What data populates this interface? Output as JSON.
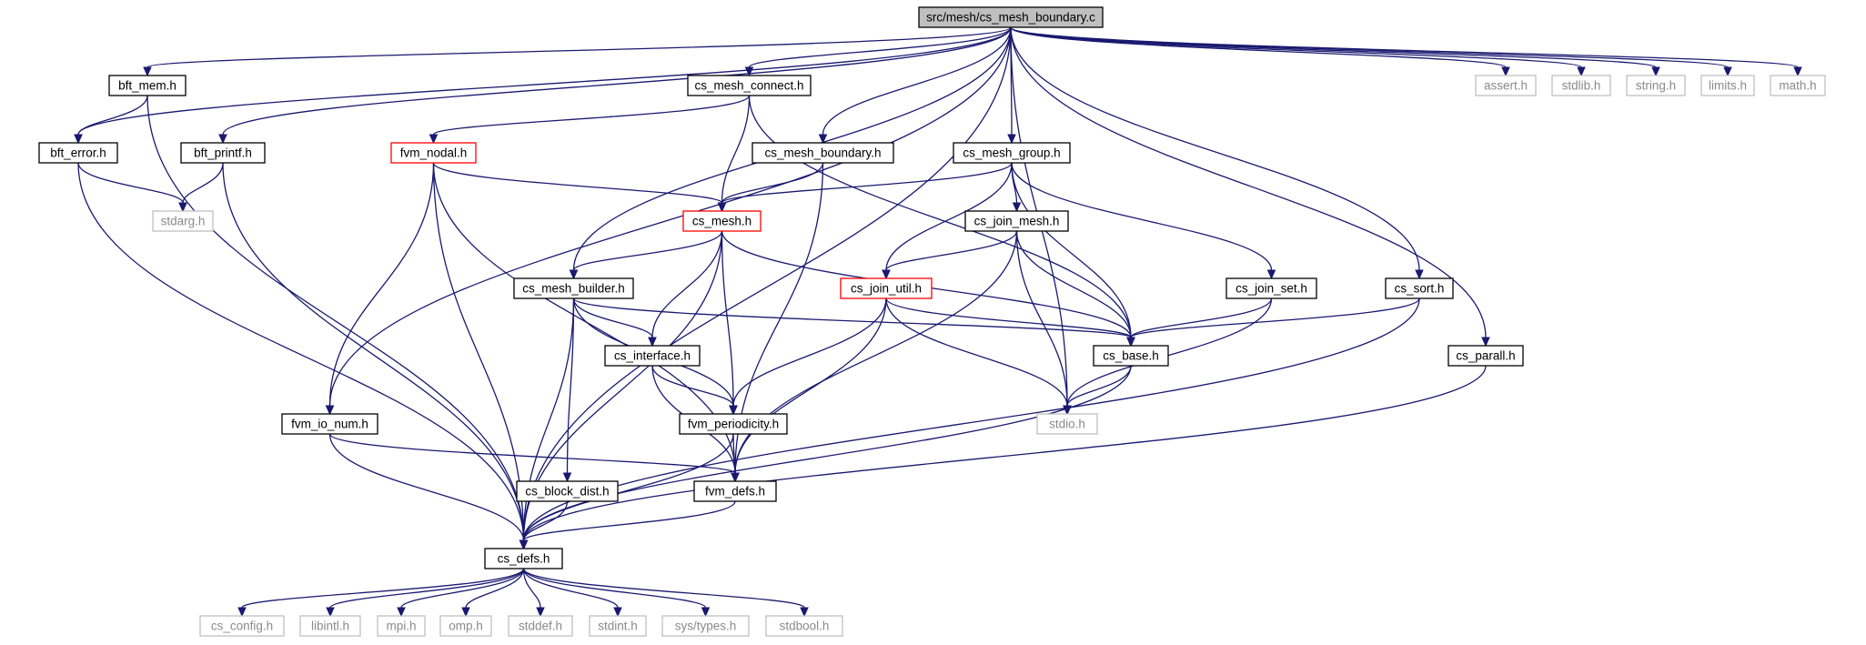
{
  "diagram": {
    "type": "include-dependency-graph",
    "colors": {
      "edge": "#191970",
      "root_fill": "#bfbfbf",
      "normal_border": "#000000",
      "truncated_border": "#ff0000",
      "external_border": "#bfbfbf",
      "external_text": "#8a8a8a"
    },
    "nodes": [
      {
        "id": "root",
        "label": "src/mesh/cs_mesh_boundary.c",
        "kind": "root"
      },
      {
        "id": "bft_mem",
        "label": "bft_mem.h",
        "kind": "normal"
      },
      {
        "id": "cs_mesh_connect",
        "label": "cs_mesh_connect.h",
        "kind": "normal"
      },
      {
        "id": "assert",
        "label": "assert.h",
        "kind": "external"
      },
      {
        "id": "stdlib",
        "label": "stdlib.h",
        "kind": "external"
      },
      {
        "id": "string",
        "label": "string.h",
        "kind": "external"
      },
      {
        "id": "limits",
        "label": "limits.h",
        "kind": "external"
      },
      {
        "id": "math",
        "label": "math.h",
        "kind": "external"
      },
      {
        "id": "bft_error",
        "label": "bft_error.h",
        "kind": "normal"
      },
      {
        "id": "bft_printf",
        "label": "bft_printf.h",
        "kind": "normal"
      },
      {
        "id": "fvm_nodal",
        "label": "fvm_nodal.h",
        "kind": "truncated"
      },
      {
        "id": "cs_mesh_boundary",
        "label": "cs_mesh_boundary.h",
        "kind": "normal"
      },
      {
        "id": "cs_mesh_group",
        "label": "cs_mesh_group.h",
        "kind": "normal"
      },
      {
        "id": "stdarg",
        "label": "stdarg.h",
        "kind": "external"
      },
      {
        "id": "cs_mesh",
        "label": "cs_mesh.h",
        "kind": "truncated"
      },
      {
        "id": "cs_join_mesh",
        "label": "cs_join_mesh.h",
        "kind": "normal"
      },
      {
        "id": "cs_mesh_builder",
        "label": "cs_mesh_builder.h",
        "kind": "normal"
      },
      {
        "id": "cs_join_util",
        "label": "cs_join_util.h",
        "kind": "truncated"
      },
      {
        "id": "cs_join_set",
        "label": "cs_join_set.h",
        "kind": "normal"
      },
      {
        "id": "cs_sort",
        "label": "cs_sort.h",
        "kind": "normal"
      },
      {
        "id": "cs_interface",
        "label": "cs_interface.h",
        "kind": "normal"
      },
      {
        "id": "cs_base",
        "label": "cs_base.h",
        "kind": "normal"
      },
      {
        "id": "cs_parall",
        "label": "cs_parall.h",
        "kind": "normal"
      },
      {
        "id": "fvm_io_num",
        "label": "fvm_io_num.h",
        "kind": "normal"
      },
      {
        "id": "fvm_periodicity",
        "label": "fvm_periodicity.h",
        "kind": "normal"
      },
      {
        "id": "stdio",
        "label": "stdio.h",
        "kind": "external"
      },
      {
        "id": "cs_block_dist",
        "label": "cs_block_dist.h",
        "kind": "normal"
      },
      {
        "id": "fvm_defs",
        "label": "fvm_defs.h",
        "kind": "normal"
      },
      {
        "id": "cs_defs",
        "label": "cs_defs.h",
        "kind": "normal"
      },
      {
        "id": "cs_config",
        "label": "cs_config.h",
        "kind": "external"
      },
      {
        "id": "libintl",
        "label": "libintl.h",
        "kind": "external"
      },
      {
        "id": "mpi",
        "label": "mpi.h",
        "kind": "external"
      },
      {
        "id": "omp",
        "label": "omp.h",
        "kind": "external"
      },
      {
        "id": "stddef",
        "label": "stddef.h",
        "kind": "external"
      },
      {
        "id": "stdint",
        "label": "stdint.h",
        "kind": "external"
      },
      {
        "id": "systypes",
        "label": "sys/types.h",
        "kind": "external"
      },
      {
        "id": "stdbool",
        "label": "stdbool.h",
        "kind": "external"
      }
    ],
    "edges": [
      [
        "root",
        "bft_mem"
      ],
      [
        "root",
        "cs_mesh_connect"
      ],
      [
        "root",
        "assert"
      ],
      [
        "root",
        "stdlib"
      ],
      [
        "root",
        "string"
      ],
      [
        "root",
        "limits"
      ],
      [
        "root",
        "math"
      ],
      [
        "root",
        "bft_error"
      ],
      [
        "root",
        "bft_printf"
      ],
      [
        "root",
        "cs_mesh_boundary"
      ],
      [
        "root",
        "cs_mesh_group"
      ],
      [
        "root",
        "cs_mesh_builder"
      ],
      [
        "root",
        "fvm_io_num"
      ],
      [
        "root",
        "cs_sort"
      ],
      [
        "root",
        "cs_parall"
      ],
      [
        "root",
        "stdio"
      ],
      [
        "root",
        "cs_defs"
      ],
      [
        "bft_mem",
        "bft_error"
      ],
      [
        "bft_mem",
        "cs_defs"
      ],
      [
        "bft_error",
        "stdarg"
      ],
      [
        "bft_error",
        "cs_defs"
      ],
      [
        "bft_printf",
        "stdarg"
      ],
      [
        "bft_printf",
        "cs_defs"
      ],
      [
        "cs_mesh_connect",
        "fvm_nodal"
      ],
      [
        "cs_mesh_connect",
        "cs_mesh"
      ],
      [
        "cs_mesh_connect",
        "cs_base"
      ],
      [
        "fvm_nodal",
        "cs_mesh"
      ],
      [
        "fvm_nodal",
        "fvm_io_num"
      ],
      [
        "fvm_nodal",
        "cs_defs"
      ],
      [
        "fvm_nodal",
        "fvm_defs"
      ],
      [
        "cs_mesh_boundary",
        "cs_mesh"
      ],
      [
        "cs_mesh_boundary",
        "fvm_defs"
      ],
      [
        "cs_mesh_group",
        "cs_mesh"
      ],
      [
        "cs_mesh_group",
        "cs_join_mesh"
      ],
      [
        "cs_mesh_group",
        "cs_join_util"
      ],
      [
        "cs_mesh_group",
        "cs_join_set"
      ],
      [
        "cs_mesh_group",
        "cs_base"
      ],
      [
        "cs_mesh",
        "cs_mesh_builder"
      ],
      [
        "cs_mesh",
        "cs_interface"
      ],
      [
        "cs_mesh",
        "fvm_periodicity"
      ],
      [
        "cs_mesh",
        "cs_base"
      ],
      [
        "cs_mesh",
        "cs_defs"
      ],
      [
        "cs_join_mesh",
        "cs_join_util"
      ],
      [
        "cs_join_mesh",
        "cs_base"
      ],
      [
        "cs_join_mesh",
        "stdio"
      ],
      [
        "cs_join_mesh",
        "fvm_defs"
      ],
      [
        "cs_mesh_builder",
        "cs_interface"
      ],
      [
        "cs_mesh_builder",
        "fvm_periodicity"
      ],
      [
        "cs_mesh_builder",
        "cs_block_dist"
      ],
      [
        "cs_mesh_builder",
        "cs_base"
      ],
      [
        "cs_mesh_builder",
        "cs_defs"
      ],
      [
        "cs_join_util",
        "cs_base"
      ],
      [
        "cs_join_util",
        "fvm_periodicity"
      ],
      [
        "cs_join_util",
        "stdio"
      ],
      [
        "cs_join_util",
        "fvm_defs"
      ],
      [
        "cs_join_set",
        "cs_base"
      ],
      [
        "cs_join_set",
        "stdio"
      ],
      [
        "cs_sort",
        "cs_base"
      ],
      [
        "cs_sort",
        "cs_defs"
      ],
      [
        "cs_interface",
        "fvm_periodicity"
      ],
      [
        "cs_interface",
        "fvm_defs"
      ],
      [
        "cs_base",
        "stdio"
      ],
      [
        "cs_base",
        "cs_defs"
      ],
      [
        "cs_parall",
        "cs_defs"
      ],
      [
        "fvm_io_num",
        "fvm_defs"
      ],
      [
        "fvm_io_num",
        "cs_defs"
      ],
      [
        "fvm_periodicity",
        "fvm_defs"
      ],
      [
        "fvm_periodicity",
        "cs_defs"
      ],
      [
        "cs_block_dist",
        "cs_defs"
      ],
      [
        "fvm_defs",
        "cs_defs"
      ],
      [
        "cs_defs",
        "cs_config"
      ],
      [
        "cs_defs",
        "libintl"
      ],
      [
        "cs_defs",
        "mpi"
      ],
      [
        "cs_defs",
        "omp"
      ],
      [
        "cs_defs",
        "stddef"
      ],
      [
        "cs_defs",
        "stdint"
      ],
      [
        "cs_defs",
        "systypes"
      ],
      [
        "cs_defs",
        "stdbool"
      ]
    ]
  }
}
